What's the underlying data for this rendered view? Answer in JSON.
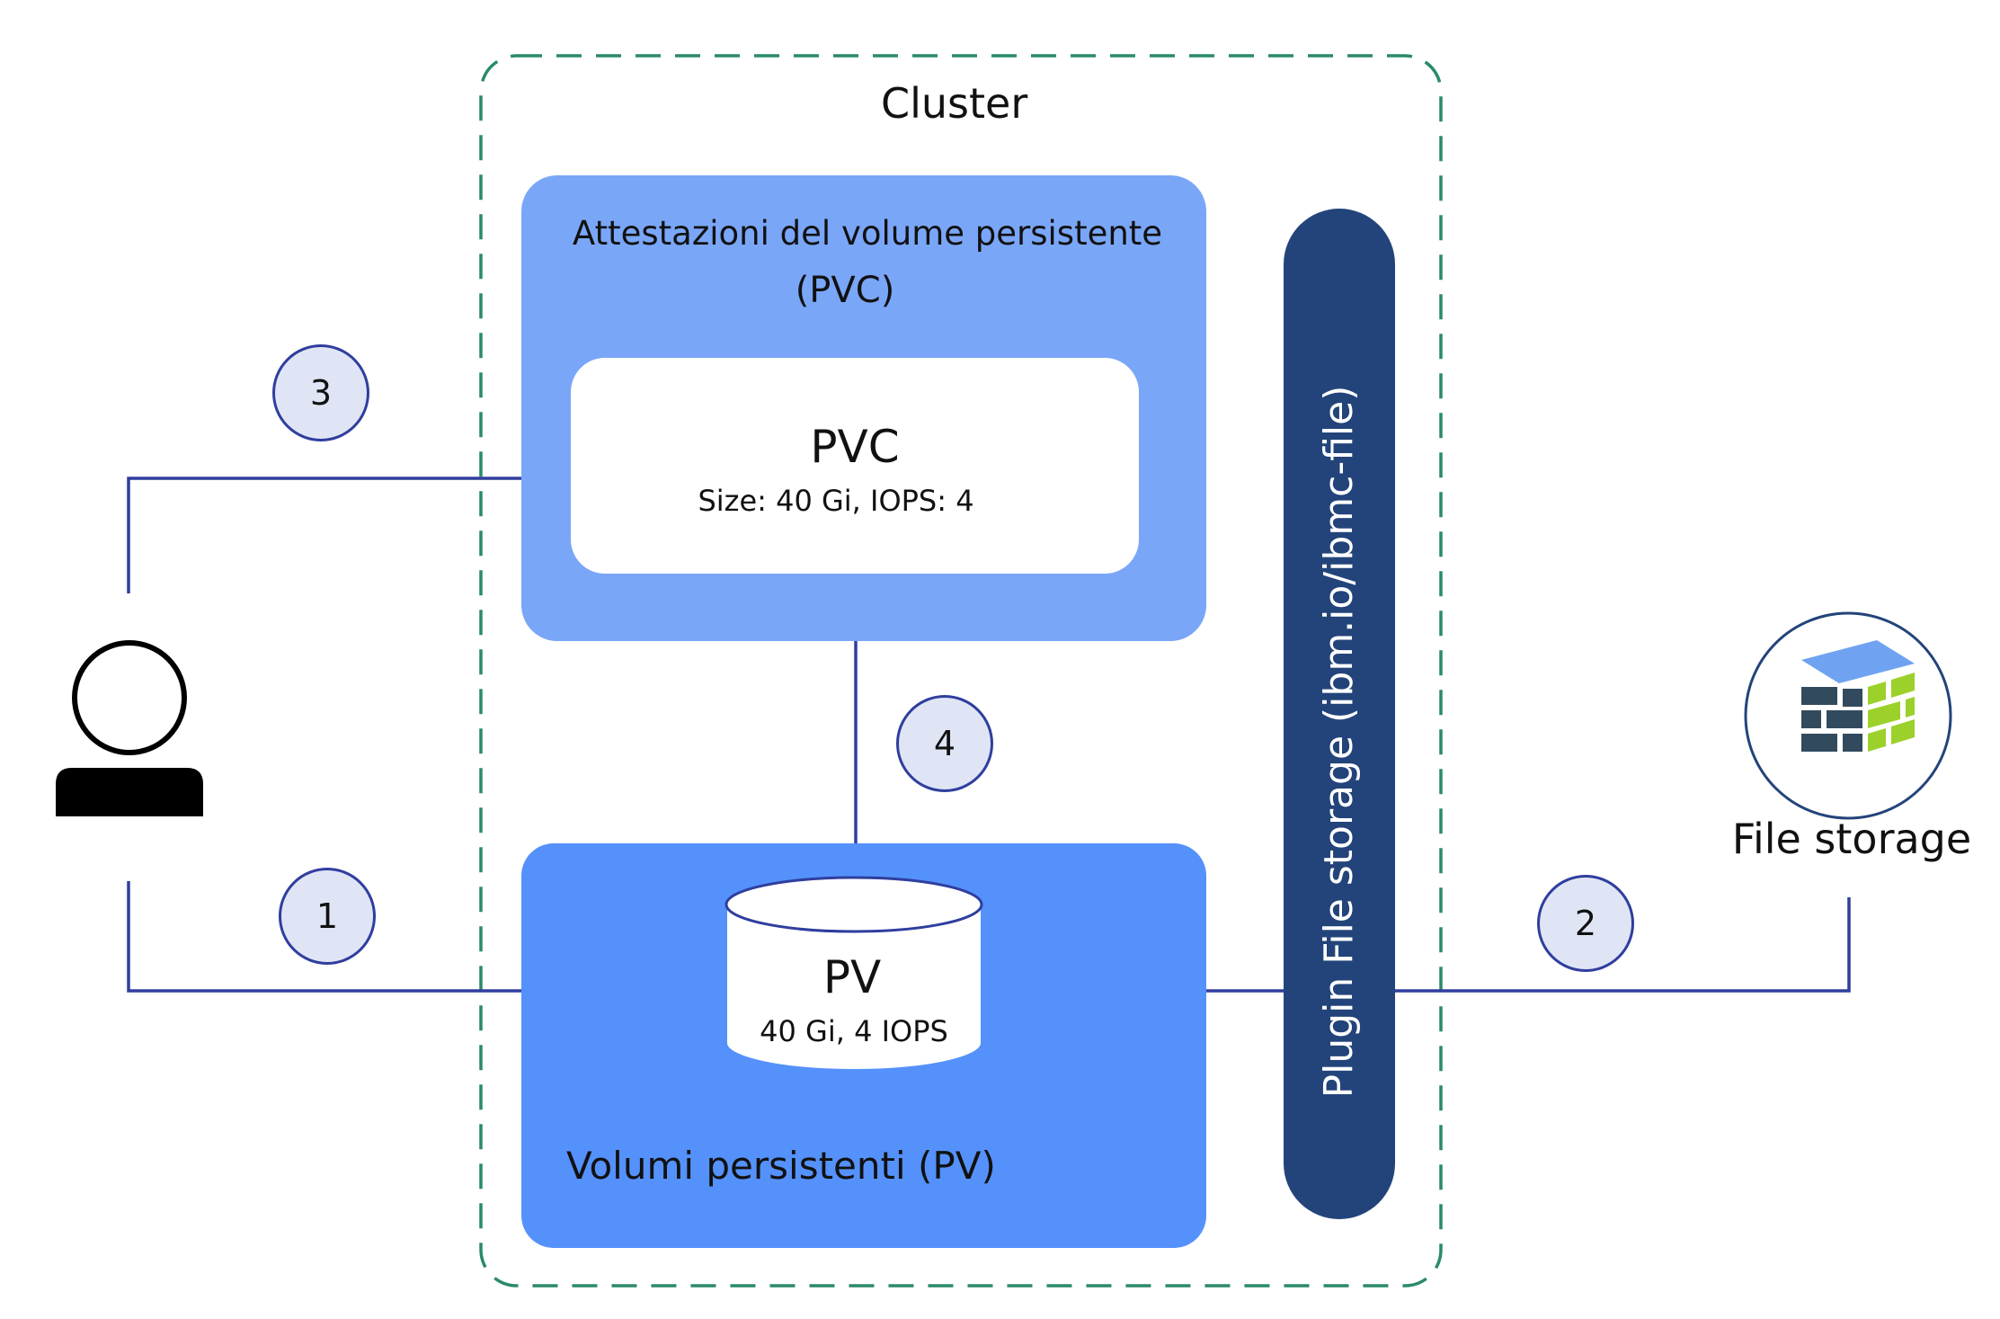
{
  "cluster": {
    "title": "Cluster"
  },
  "pvc_panel": {
    "heading_line1": "Attestazioni del volume persistente",
    "heading_line2": "(PVC)",
    "card_title": "PVC",
    "card_details": "Size: 40 Gi, IOPS: 4"
  },
  "pv_panel": {
    "volume_name": "PV",
    "volume_details": "40 Gi, 4 IOPS",
    "footer_label": "Volumi persistenti (PV)"
  },
  "plugin": {
    "label": "Plugin File storage (ibm.io/ibmc-file)"
  },
  "steps": {
    "one": "1",
    "two": "2",
    "three": "3",
    "four": "4"
  },
  "file_storage": {
    "label": "File storage"
  },
  "colors": {
    "pvc_panel": "#7aa6f8",
    "pv_panel": "#5591fb",
    "plugin_bar": "#23447a",
    "connector": "#2f3e9e",
    "cluster_border": "#2a8a6a",
    "step_fill": "#dfe5f5"
  },
  "icons": [
    "user-icon",
    "file-storage-icon",
    "database-cylinder-icon"
  ]
}
